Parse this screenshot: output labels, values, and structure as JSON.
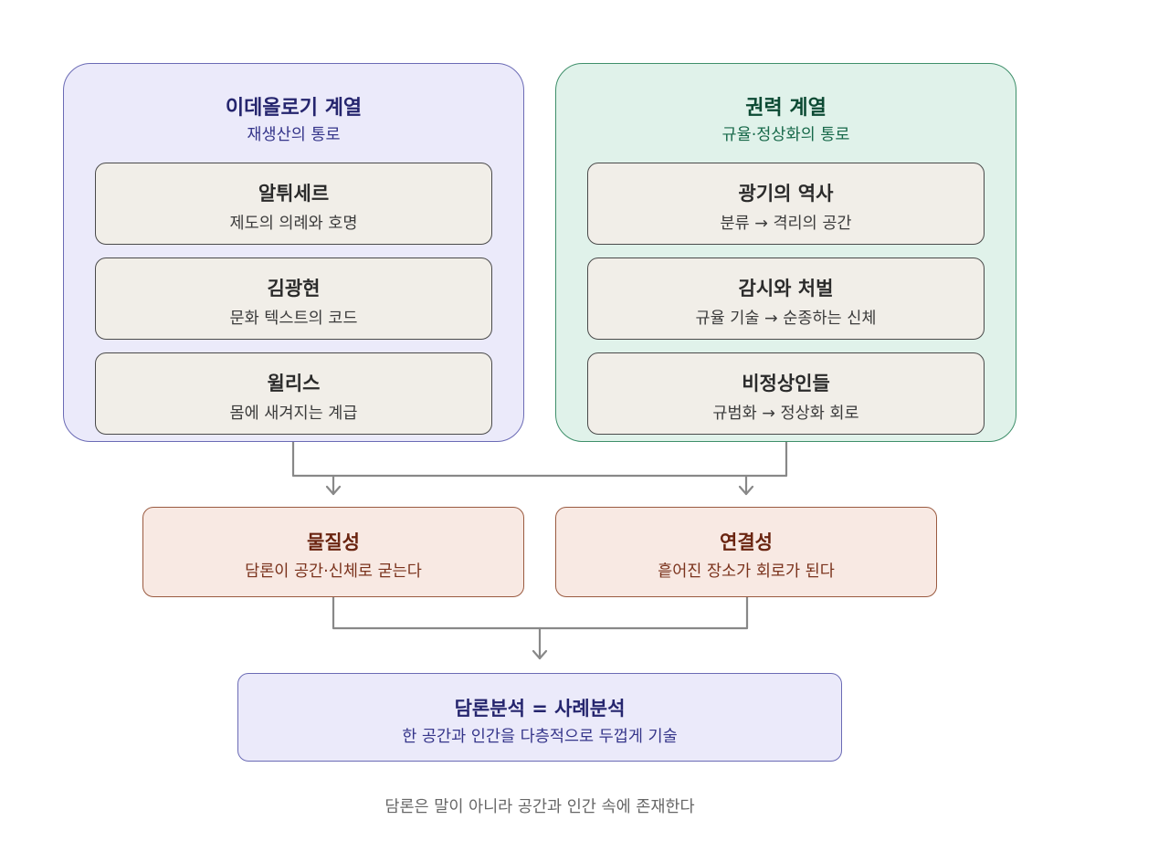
{
  "ideology": {
    "title": "이데올로기 계열",
    "subtitle": "재생산의 통로",
    "cards": [
      {
        "title": "알튀세르",
        "desc": "제도의 의례와 호명"
      },
      {
        "title": "김광현",
        "desc": "문화 텍스트의 코드"
      },
      {
        "title": "윌리스",
        "desc": "몸에 새겨지는 계급"
      }
    ]
  },
  "power": {
    "title": "권력 계열",
    "subtitle": "규율·정상화의 통로",
    "cards": [
      {
        "title": "광기의 역사",
        "desc": "분류 → 격리의 공간"
      },
      {
        "title": "감시와 처벌",
        "desc": "규율 기술 → 순종하는 신체"
      },
      {
        "title": "비정상인들",
        "desc": "규범화 → 정상화 회로"
      }
    ]
  },
  "materiality": {
    "title": "물질성",
    "desc": "담론이 공간·신체로 굳는다"
  },
  "connectivity": {
    "title": "연결성",
    "desc": "흩어진 장소가 회로가 된다"
  },
  "conclusion": {
    "title": "담론분석 = 사례분석",
    "desc": "한 공간과 인간을 다층적으로 두껍게 기술"
  },
  "caption": "담론은 말이 아니라 공간과 인간 속에 존재한다",
  "colors": {
    "ideology_bg": "#ebeafa",
    "ideology_border": "#6b6bb5",
    "power_bg": "#e0f2ea",
    "power_border": "#3e8f6a",
    "mid_bg": "#f8e9e3",
    "mid_border": "#9a5a40",
    "card_bg": "#f1eee8",
    "connector": "#888888"
  }
}
